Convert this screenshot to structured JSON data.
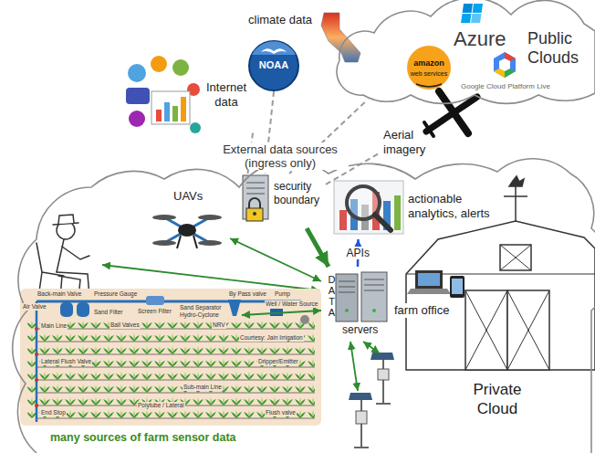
{
  "diagram": {
    "nodes": [
      {
        "text": [
          "Public Clouds"
        ]
      },
      {
        "text": [
          "climate data"
        ]
      },
      {
        "text": [
          "Internet data"
        ]
      },
      {
        "text": [
          "Aerial imagery"
        ]
      },
      {
        "text": [
          "security boundary"
        ]
      },
      {
        "text": [
          "Private Cloud"
        ]
      },
      {
        "text": [
          "UAVs"
        ],
        "in": 5
      },
      {
        "text": [
          "actionable analytics, alerts"
        ],
        "in": 5
      },
      {
        "text": [
          "DATA",
          "servers"
        ],
        "in": 5
      },
      {
        "text": [
          "farm office"
        ],
        "in": 5
      },
      {
        "text": [
          "many sources of farm sensor data"
        ],
        "in": 5
      }
    ],
    "edges": [
      {
        "from": 2,
        "to": 4,
        "arrow": "none"
      },
      {
        "from": 1,
        "to": 4,
        "arrow": "none"
      },
      {
        "from": 0,
        "to": 4,
        "arrow": "none"
      },
      {
        "from": 3,
        "to": 4,
        "arrow": "none"
      },
      {
        "from": 4,
        "to": 8,
        "arrow": "to"
      },
      {
        "from": 6,
        "to": 8,
        "arrow": "both"
      },
      {
        "from": 8,
        "to": 7,
        "label": "APIs",
        "arrow": "to"
      },
      {
        "from": 8,
        "to": 10,
        "arrow": "both"
      }
    ],
    "labels": [
      "External data sources (ingress only)",
      "Azure",
      "amazon",
      "web services",
      "Google Cloud Platform Live",
      "NOAA",
      "Back-main Valve",
      "Pressure Gauge",
      "Air Valve",
      "Sand Filter",
      "Screen Filter",
      "Sand Separator Hydro-Cyclone",
      "By Pass valve",
      "Pump",
      "Well / Water Source",
      "Main Line",
      "NRV",
      "Ball Valves",
      "Courtesy: Jain Irrigation",
      "Lateral Flush Valve",
      "Dripper/Emitter",
      "Sub-main Line",
      "Polytube / Lateral",
      "End Stop",
      "Flush valve"
    ]
  }
}
